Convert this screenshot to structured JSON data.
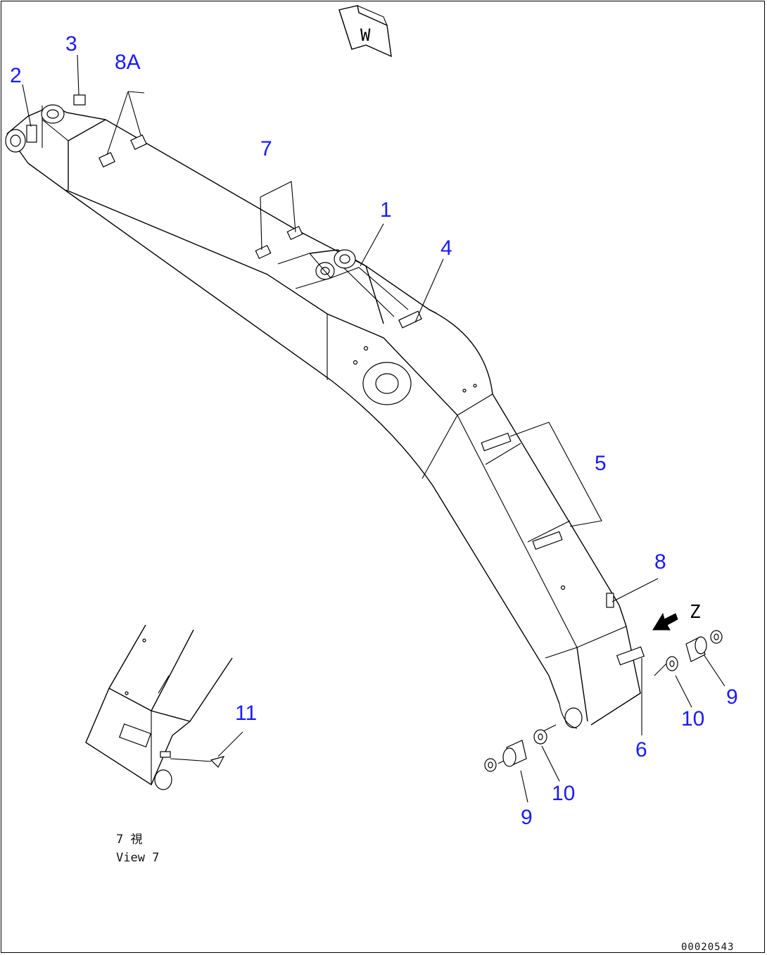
{
  "orientation_mark": "W",
  "callouts": {
    "c1": "1",
    "c2": "2",
    "c3": "3",
    "c4": "4",
    "c5": "5",
    "c6": "6",
    "c7": "7",
    "c8": "8",
    "c8a": "8A",
    "c9a": "9",
    "c9b": "9",
    "c10a": "10",
    "c10b": "10",
    "c11": "11"
  },
  "view_mark": "Z",
  "view_caption": {
    "line1": "7  視",
    "line2": "View 7"
  },
  "drawing_code": "00020543",
  "colors": {
    "callout": "#1a1aff",
    "line": "#000000",
    "background": "#ffffff"
  }
}
